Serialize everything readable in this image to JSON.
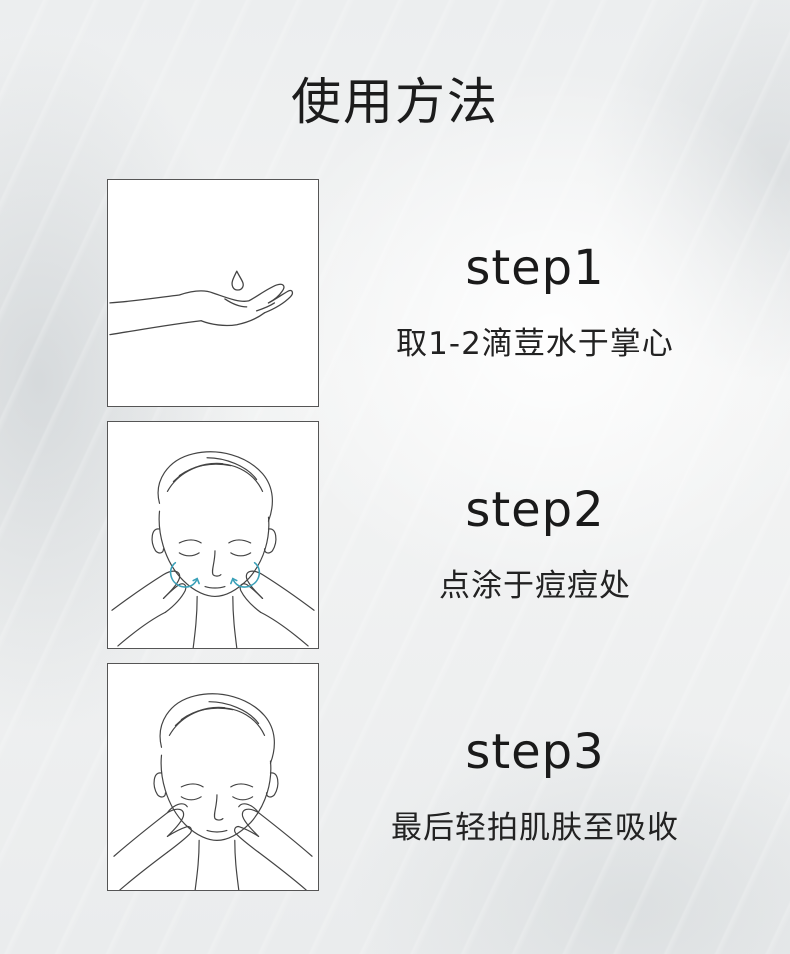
{
  "title": "使用方法",
  "steps": [
    {
      "label": "step1",
      "description": "取1-2滴荳水于掌心",
      "illustration": "hand-drop-icon"
    },
    {
      "label": "step2",
      "description": "点涂于痘痘处",
      "illustration": "face-dab-icon"
    },
    {
      "label": "step3",
      "description": "最后轻拍肌肤至吸收",
      "illustration": "face-pat-icon"
    }
  ],
  "colors": {
    "accent": "#3aa0b8",
    "text": "#1a1a1a",
    "line": "#555555"
  }
}
